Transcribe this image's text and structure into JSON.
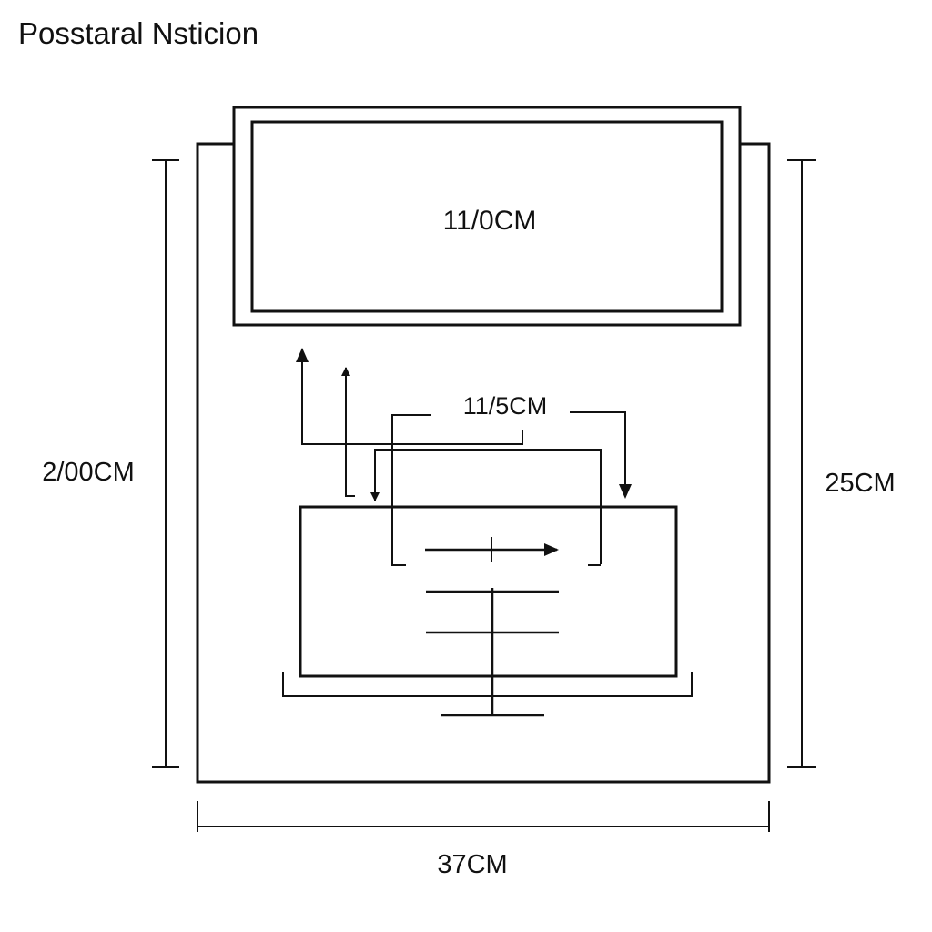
{
  "title": "Posstaral Nsticion",
  "labels": {
    "top_panel": "11/0CM",
    "inner_dimension": "11/5CM",
    "left_height": "2/00CM",
    "right_height": "25CM",
    "bottom_width": "37CM"
  },
  "colors": {
    "stroke": "#111111",
    "background": "#ffffff"
  }
}
